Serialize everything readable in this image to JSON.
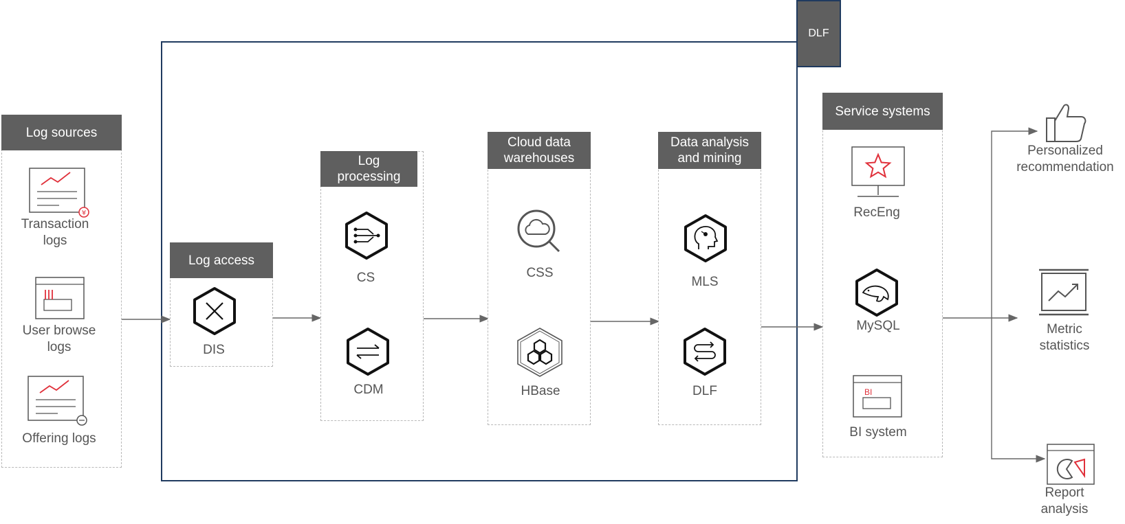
{
  "dlf_tab": "DLF",
  "groups": {
    "log_sources": "Log sources",
    "log_access": "Log access",
    "log_processing": "Log\nprocessing",
    "cloud_dw": "Cloud data\nwarehouses",
    "data_analysis": "Data analysis\nand mining",
    "service_systems": "Service systems"
  },
  "items": {
    "transaction_logs": "Transaction\nlogs",
    "user_browse_logs": "User browse\nlogs",
    "offering_logs": "Offering logs",
    "dis": "DIS",
    "cs": "CS",
    "cdm": "CDM",
    "css": "CSS",
    "hbase": "HBase",
    "mls": "MLS",
    "dlf": "DLF",
    "receng": "RecEng",
    "mysql": "MySQL",
    "bi_system": "BI system",
    "personalized_recommendation": "Personalized\nrecommendation",
    "metric_statistics": "Metric\nstatistics",
    "report_analysis": "Report\nanalysis"
  },
  "icons": {
    "bi_badge": "BI"
  },
  "colors": {
    "header_bg": "#5f5f5f",
    "frame": "#1f3a5f",
    "accent_red": "#e0303a",
    "icon_stroke": "#333333"
  }
}
